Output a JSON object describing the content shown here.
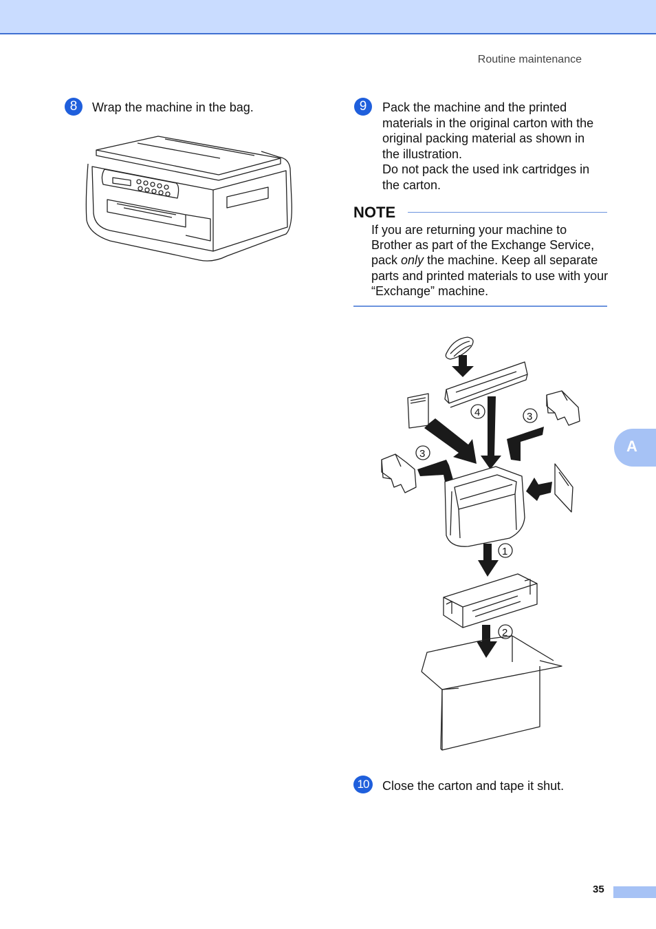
{
  "header": {
    "section_title": "Routine maintenance"
  },
  "steps": {
    "s8": {
      "number": "8",
      "text": "Wrap the machine in the bag."
    },
    "s9": {
      "number": "9",
      "lines": [
        "Pack the machine and the printed",
        "materials in the original carton with the",
        "original packing material as shown in",
        "the illustration.",
        "Do not pack the used ink cartridges in",
        "the carton."
      ]
    },
    "s10": {
      "number": "10",
      "text": "Close the carton and tape it shut."
    }
  },
  "note": {
    "title": "NOTE",
    "text_before": "If you are returning your machine to Brother as part of the Exchange Service, pack ",
    "text_emphasis": "only",
    "text_after": " the machine. Keep all separate parts and printed materials to use with your “Exchange” machine."
  },
  "illustration": {
    "callouts": [
      "①",
      "②",
      "③",
      "③",
      "④"
    ]
  },
  "side_tab": {
    "label": "A"
  },
  "footer": {
    "page_number": "35"
  },
  "colors": {
    "accent": "#1f5fdc",
    "topbar": "#c9dcff",
    "tab": "#a6c2f5"
  },
  "icons": [
    "printer-in-bag-illustration",
    "packing-diagram-illustration"
  ]
}
